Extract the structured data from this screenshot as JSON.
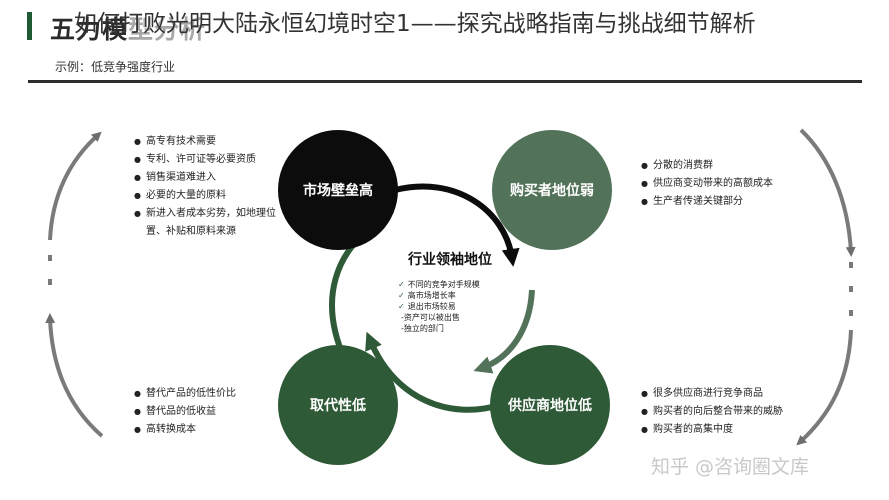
{
  "header": {
    "model_title_main": "五力模",
    "model_title_tail": "型分析",
    "overlay_title": "如何打败光明大陆永恒幻境时空1——探究战略指南与挑战细节解析",
    "subtitle": "示例：低竞争强度行业"
  },
  "center": {
    "title": "行业领袖地位",
    "items": [
      {
        "check": "✓",
        "text": "不同的竞争对手规模"
      },
      {
        "check": "✓",
        "text": "高市场增长率"
      },
      {
        "check": "✓",
        "text": "退出市场较易"
      },
      {
        "check": "",
        "text": "-资产可以被出售"
      },
      {
        "check": "",
        "text": "-独立的部门"
      }
    ]
  },
  "forces": {
    "barrier": {
      "label": "市场壁垒高",
      "color": "#0c0c0c",
      "bullets": [
        "高专有技术需要",
        "专利、许可证等必要资质",
        "销售渠道难进入",
        "必要的大量的原料",
        "新进入者成本劣势，如地理位置、补贴和原料来源"
      ]
    },
    "buyer": {
      "label": "购买者地位弱",
      "color": "#53725a",
      "bullets": [
        "分散的消费群",
        "供应商变动带来的高额成本",
        "生产者传递关键部分"
      ]
    },
    "substitute": {
      "label": "取代性低",
      "color": "#2f5a37",
      "bullets": [
        "替代产品的低性价比",
        "替代品的低收益",
        "高转换成本"
      ]
    },
    "supplier": {
      "label": "供应商地位低",
      "color": "#2f5a37",
      "bullets": [
        "很多供应商进行竞争商品",
        "购买者的向后整合带来的威胁",
        "购买者的高集中度"
      ]
    }
  },
  "watermark": "知乎 @咨询圈文库"
}
